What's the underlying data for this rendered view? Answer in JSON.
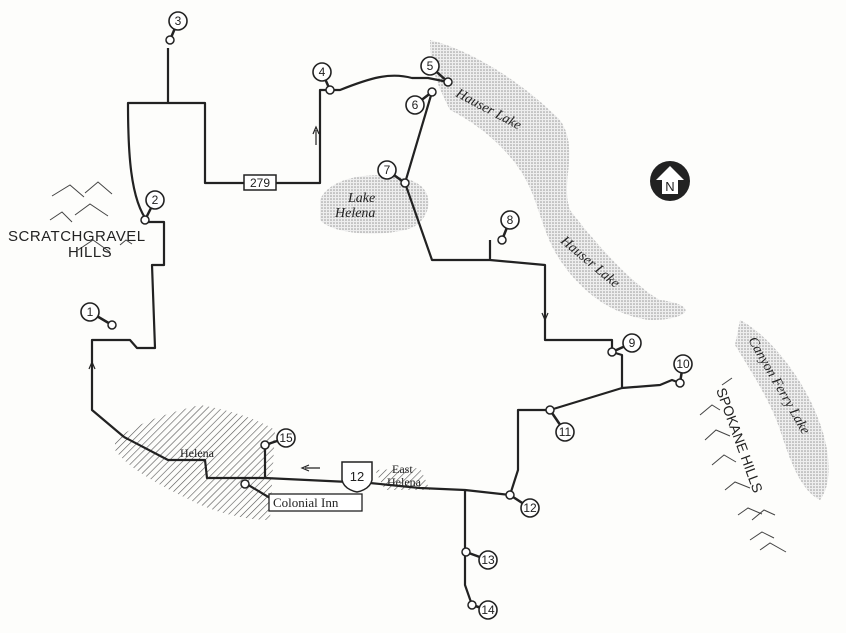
{
  "places": {
    "scratchgravel_line1": "SCRATCHGRAVEL",
    "scratchgravel_line2": "HILLS",
    "lake_helena_line1": "Lake",
    "lake_helena_line2": "Helena",
    "hauser_lake_1": "Hauser Lake",
    "hauser_lake_2": "Hauser Lake",
    "canyon_ferry": "Canyon Ferry Lake",
    "spokane_hills": "SPOKANE HILLS",
    "helena": "Helena",
    "east_helena_line1": "East",
    "east_helena_line2": "Helena",
    "colonial_inn": "Colonial Inn"
  },
  "roads": {
    "route_279": "279",
    "route_12": "12"
  },
  "compass": {
    "label": "N",
    "icon": "north-arrow-icon"
  },
  "stops": [
    "1",
    "2",
    "3",
    "4",
    "5",
    "6",
    "7",
    "8",
    "9",
    "10",
    "11",
    "12",
    "13",
    "14",
    "15"
  ],
  "colors": {
    "ink": "#222222",
    "paper": "#fdfdfb",
    "water": "#b8b8b8"
  }
}
